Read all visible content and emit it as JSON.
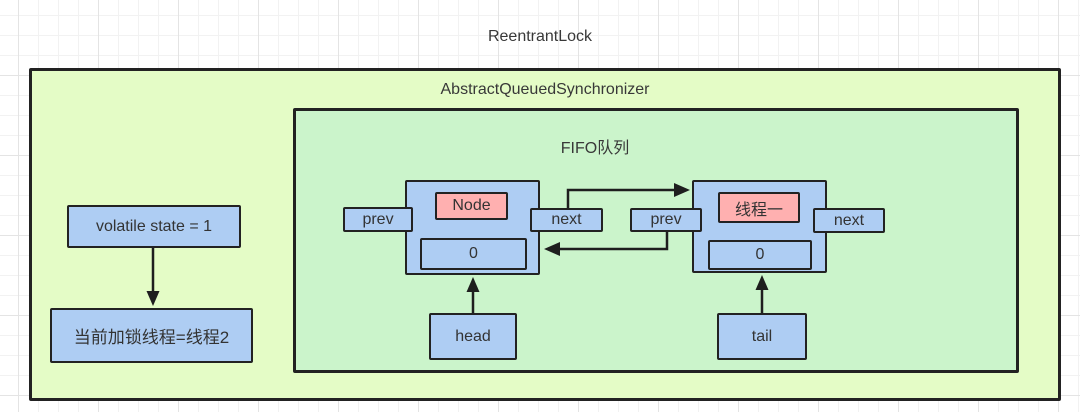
{
  "title": "ReentrantLock",
  "aqs": {
    "label": "AbstractQueuedSynchronizer",
    "state_box": {
      "label": "volatile state = 1"
    },
    "owner_box": {
      "label": "当前加锁线程=线程2"
    },
    "fifo": {
      "label": "FIFO队列",
      "nodes": [
        {
          "title": "Node",
          "value": "0",
          "prev_label": "prev",
          "next_label": "next"
        },
        {
          "title": "线程一",
          "value": "0",
          "prev_label": "prev",
          "next_label": "next"
        }
      ],
      "head_label": "head",
      "tail_label": "tail"
    }
  },
  "colors": {
    "outer_fill": "#e4fcc6",
    "fifo_fill": "#cbf4cb",
    "node_fill": "#aecdf3",
    "highlight_fill": "#ffb0b0",
    "stroke": "#1e1e1e",
    "grid_line": "#f2f2f2"
  }
}
